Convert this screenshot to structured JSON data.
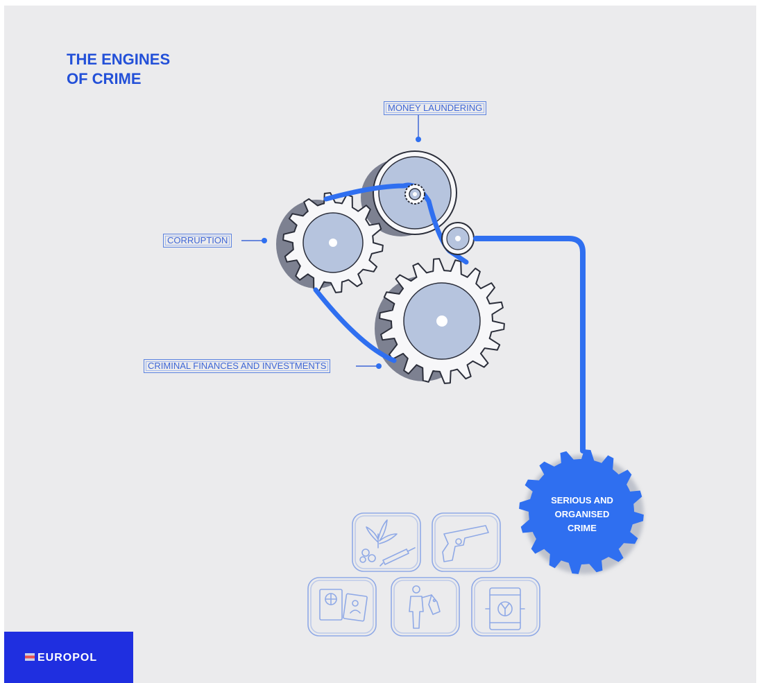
{
  "title": {
    "line1": "THE ENGINES",
    "line2": "OF CRIME"
  },
  "labels": {
    "money_laundering": "MONEY LAUNDERING",
    "corruption": "CORRUPTION",
    "criminal_finances": "CRIMINAL FINANCES AND INVESTMENTS"
  },
  "crime_gear": {
    "line1": "SERIOUS AND",
    "line2": "ORGANISED",
    "line3": "CRIME"
  },
  "icons": [
    {
      "name": "drugs-icon"
    },
    {
      "name": "firearm-icon"
    },
    {
      "name": "document-fraud-icon"
    },
    {
      "name": "human-trafficking-icon"
    },
    {
      "name": "hazardous-waste-icon"
    }
  ],
  "logo": {
    "text": "EUROPOL"
  },
  "colors": {
    "accent_blue": "#2f6ff0",
    "title_blue": "#2350d8",
    "gear_fill": "#f7f7f9",
    "gear_hub": "#b6c4de",
    "background": "#ebebed",
    "logo_background": "#1f2fe0"
  }
}
